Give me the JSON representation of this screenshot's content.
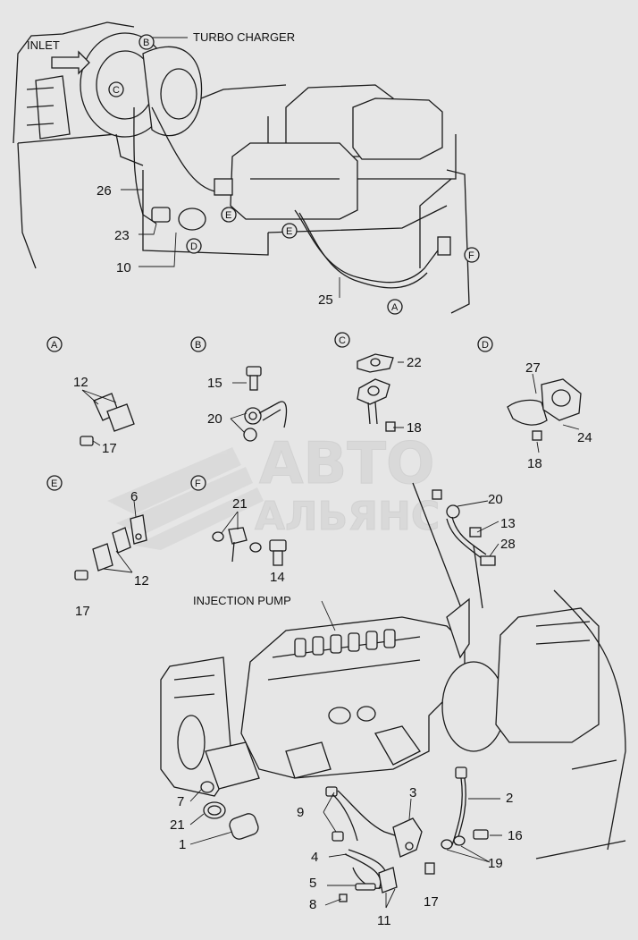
{
  "labels": {
    "inlet": "INLET",
    "turbo_charger": "TURBO CHARGER",
    "injection_pump": "INJECTION PUMP"
  },
  "callouts": {
    "c26": "26",
    "c23": "23",
    "c10": "10",
    "c25": "25",
    "c12a": "12",
    "c17a": "17",
    "c15": "15",
    "c20a": "20",
    "c22": "22",
    "c18a": "18",
    "c27": "27",
    "c24": "24",
    "c18b": "18",
    "c6": "6",
    "c12b": "12",
    "c17b": "17",
    "c21a": "21",
    "c14": "14",
    "c20b": "20",
    "c13": "13",
    "c28": "28",
    "c7": "7",
    "c21b": "21",
    "c1": "1",
    "c9": "9",
    "c3": "3",
    "c2": "2",
    "c16": "16",
    "c4": "4",
    "c19": "19",
    "c5": "5",
    "c8": "8",
    "c17c": "17",
    "c11": "11"
  },
  "detail_refs": {
    "A": "A",
    "B": "B",
    "C": "C",
    "D": "D",
    "E": "E",
    "F": "F"
  },
  "watermark": {
    "line1": "АВТО",
    "line2": "АЛЬЯНС"
  }
}
